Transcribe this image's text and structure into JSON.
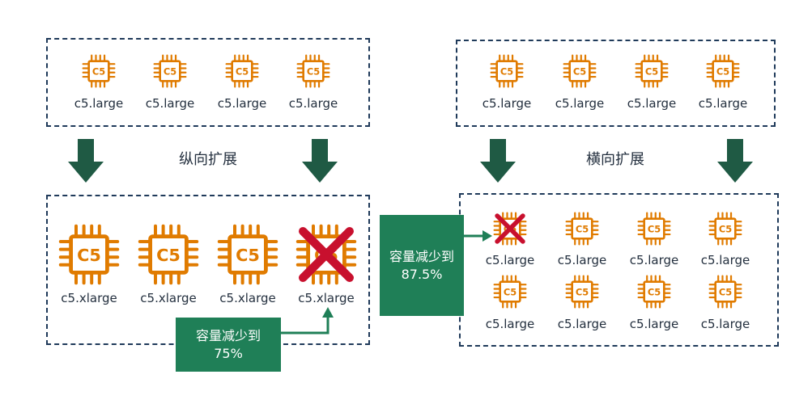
{
  "left_panel": {
    "title": "纵向扩展",
    "top_instances": [
      {
        "icon": "c5-chip-icon",
        "chip_text": "C5",
        "label": "c5.large"
      },
      {
        "icon": "c5-chip-icon",
        "chip_text": "C5",
        "label": "c5.large"
      },
      {
        "icon": "c5-chip-icon",
        "chip_text": "C5",
        "label": "c5.large"
      },
      {
        "icon": "c5-chip-icon",
        "chip_text": "C5",
        "label": "c5.large"
      }
    ],
    "bottom_instances": [
      {
        "icon": "c5-chip-icon",
        "chip_text": "C5",
        "label": "c5.xlarge",
        "removed": false
      },
      {
        "icon": "c5-chip-icon",
        "chip_text": "C5",
        "label": "c5.xlarge",
        "removed": false
      },
      {
        "icon": "c5-chip-icon",
        "chip_text": "C5",
        "label": "c5.xlarge",
        "removed": false
      },
      {
        "icon": "c5-chip-icon",
        "chip_text": "C5",
        "label": "c5.xlarge",
        "removed": true
      }
    ],
    "callout": {
      "line1": "容量减少到",
      "line2": "75%"
    }
  },
  "right_panel": {
    "title": "横向扩展",
    "top_instances": [
      {
        "icon": "c5-chip-icon",
        "chip_text": "C5",
        "label": "c5.large"
      },
      {
        "icon": "c5-chip-icon",
        "chip_text": "C5",
        "label": "c5.large"
      },
      {
        "icon": "c5-chip-icon",
        "chip_text": "C5",
        "label": "c5.large"
      },
      {
        "icon": "c5-chip-icon",
        "chip_text": "C5",
        "label": "c5.large"
      }
    ],
    "bottom_instances": [
      {
        "icon": "c5-chip-icon",
        "chip_text": "C5",
        "label": "c5.large",
        "removed": true
      },
      {
        "icon": "c5-chip-icon",
        "chip_text": "C5",
        "label": "c5.large",
        "removed": false
      },
      {
        "icon": "c5-chip-icon",
        "chip_text": "C5",
        "label": "c5.large",
        "removed": false
      },
      {
        "icon": "c5-chip-icon",
        "chip_text": "C5",
        "label": "c5.large",
        "removed": false
      },
      {
        "icon": "c5-chip-icon",
        "chip_text": "C5",
        "label": "c5.large",
        "removed": false
      },
      {
        "icon": "c5-chip-icon",
        "chip_text": "C5",
        "label": "c5.large",
        "removed": false
      },
      {
        "icon": "c5-chip-icon",
        "chip_text": "C5",
        "label": "c5.large",
        "removed": false
      },
      {
        "icon": "c5-chip-icon",
        "chip_text": "C5",
        "label": "c5.large",
        "removed": false
      }
    ],
    "callout": {
      "line1": "容量减少到",
      "line2": "87.5%"
    }
  },
  "colors": {
    "chip": "#e07b00",
    "arrow": "#1f5a44",
    "callout_bg": "#1f7f57",
    "remove_x": "#c8102e",
    "dashed_border": "#1f3a5a"
  }
}
